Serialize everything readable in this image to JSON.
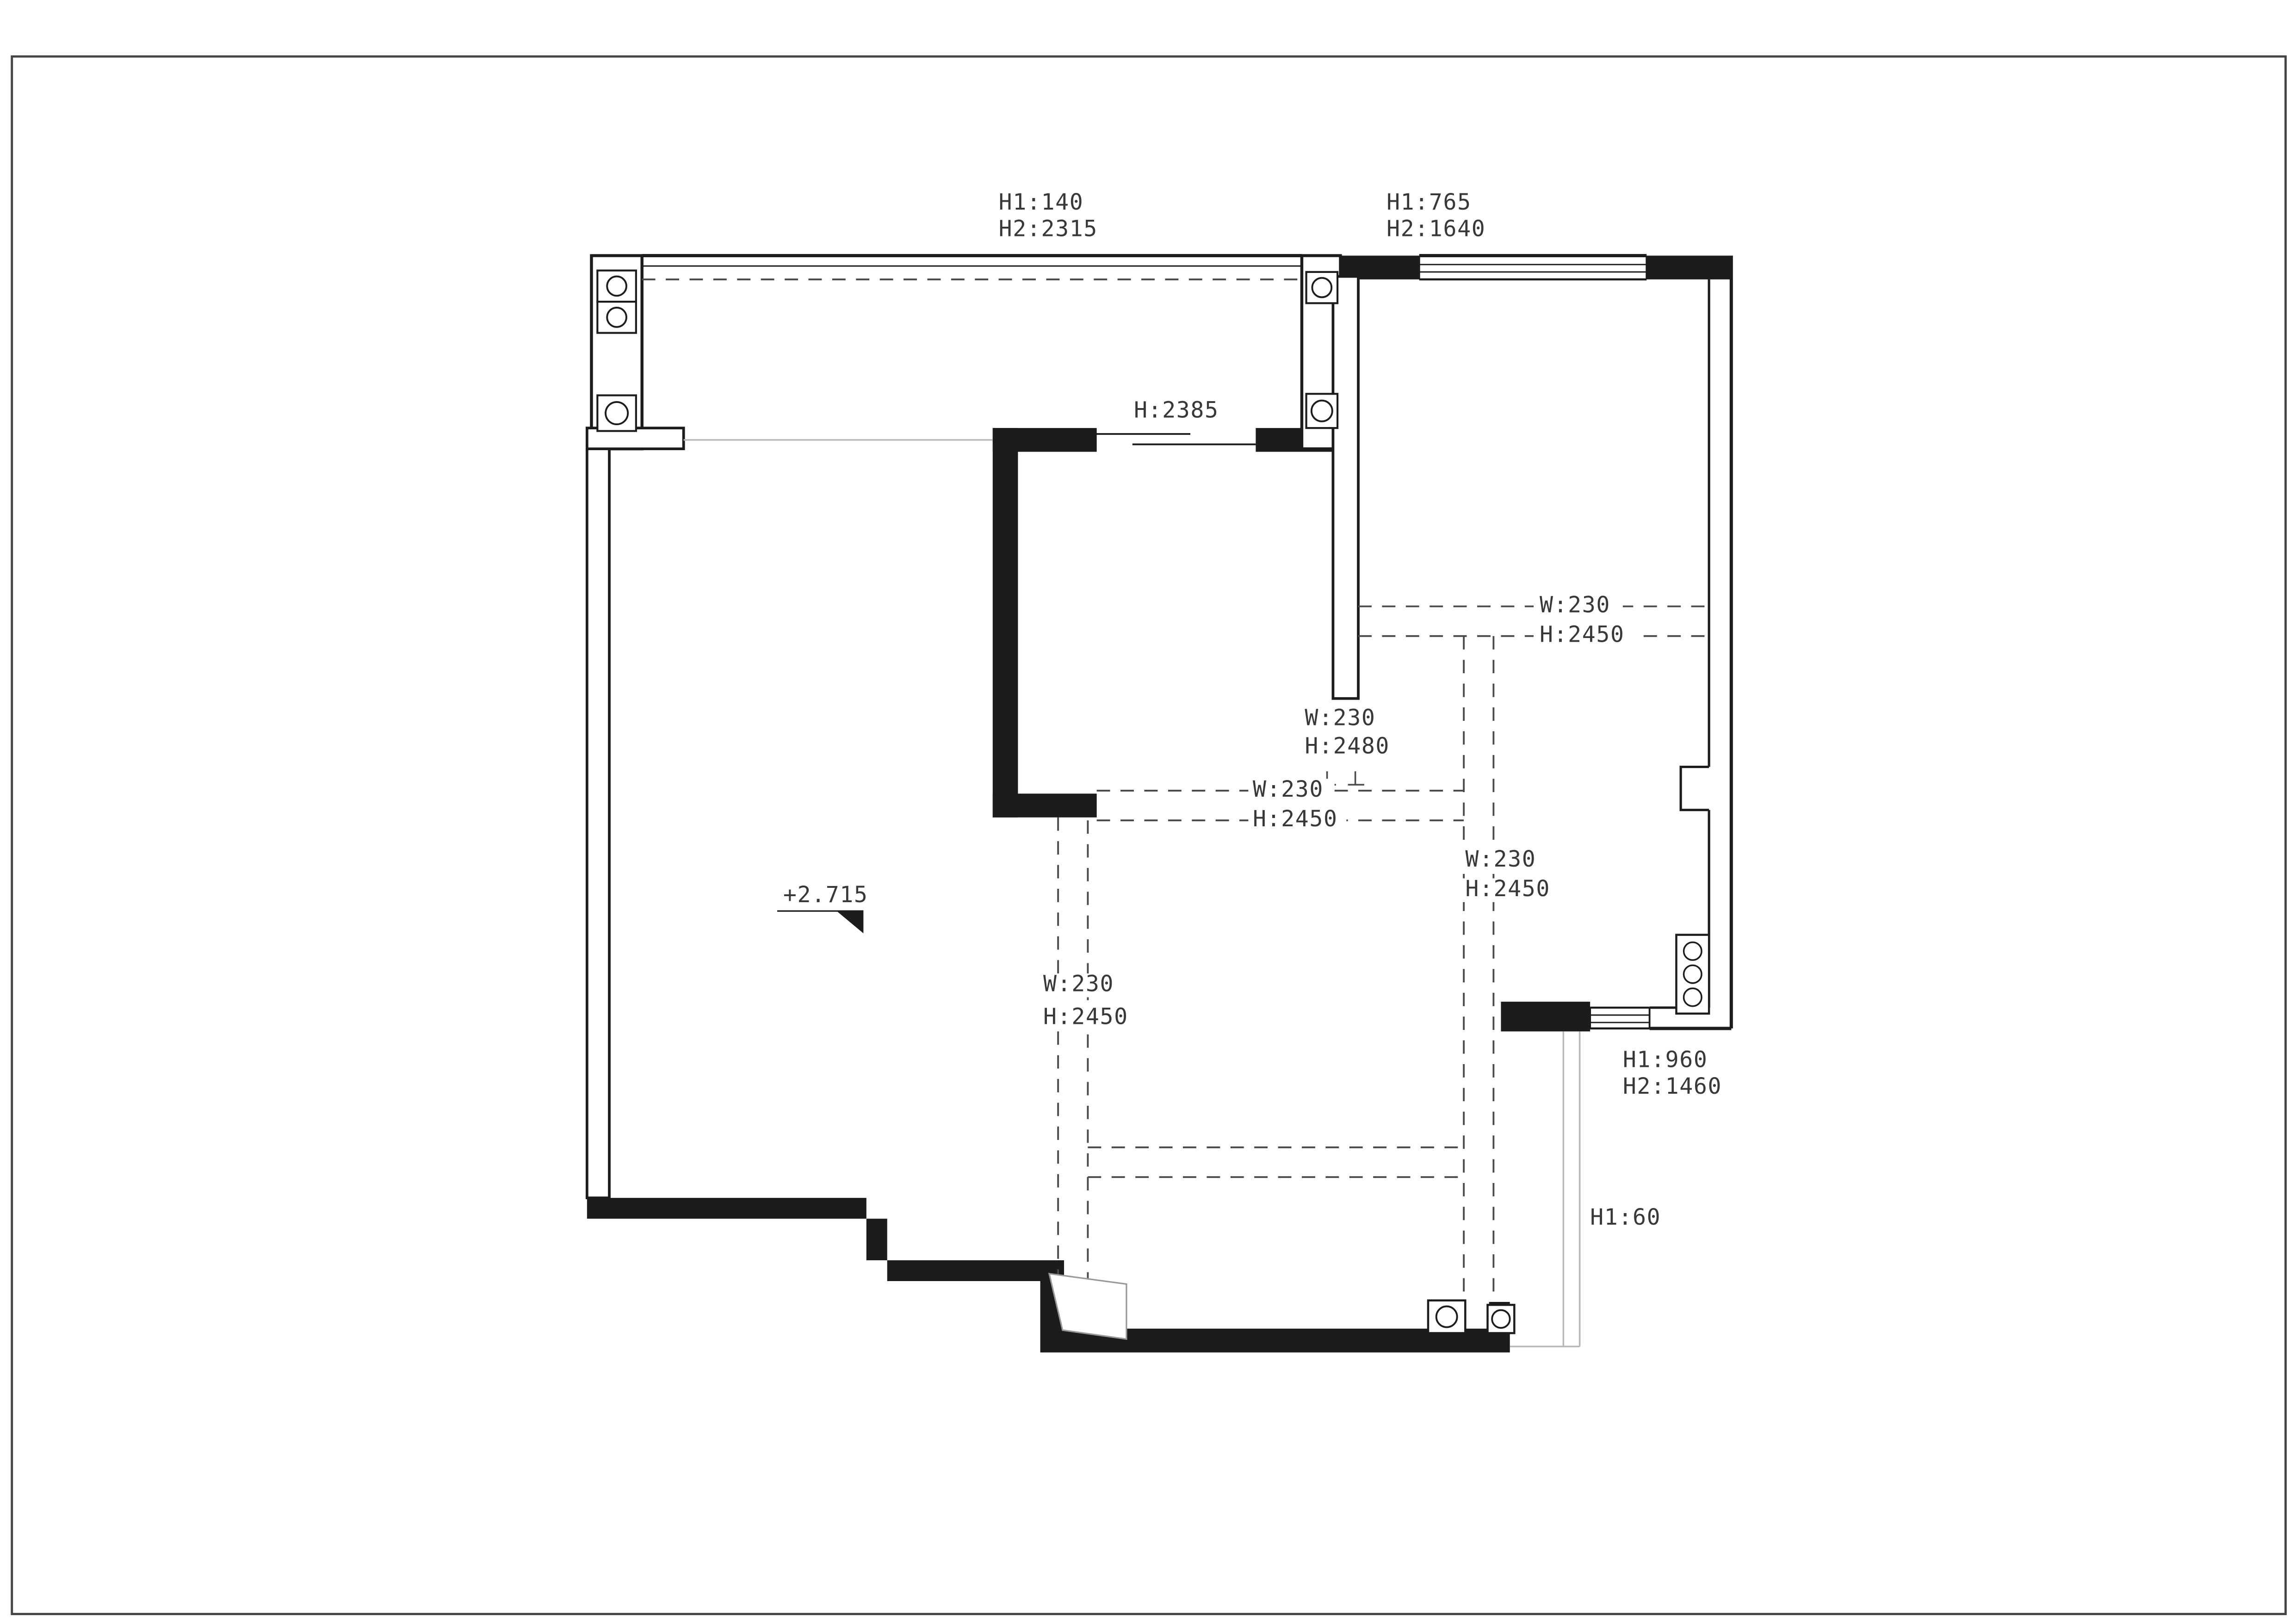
{
  "drawing": {
    "type": "floor-plan",
    "annotations": {
      "top_left_window": {
        "l1": "H1:140",
        "l2": "H2:2315"
      },
      "top_right_window": {
        "l1": "H1:765",
        "l2": "H2:1640"
      },
      "center_door": {
        "l1": "H:2385"
      },
      "beam_right_horizontal": {
        "l1": "W:230",
        "l2": "H:2450"
      },
      "beam_center_upper": {
        "l1": "W:230",
        "l2": "H:2480"
      },
      "beam_center_horizontal": {
        "l1": "W:230",
        "l2": "H:2450"
      },
      "beam_right_vertical": {
        "l1": "W:230",
        "l2": "H:2450"
      },
      "beam_left_vertical": {
        "l1": "W:230",
        "l2": "H:2450"
      },
      "elevation_marker": {
        "value": "+2.715"
      },
      "bottom_right_window": {
        "l1": "H1:960",
        "l2": "H2:1460"
      },
      "bottom_sill": {
        "l1": "H1:60"
      }
    },
    "colors": {
      "wall": "#1c1c1c",
      "dashed_beam": "#4a4a4a",
      "construction_line": "#b8b8b8",
      "text": "#383838",
      "background": "#ffffff"
    }
  }
}
